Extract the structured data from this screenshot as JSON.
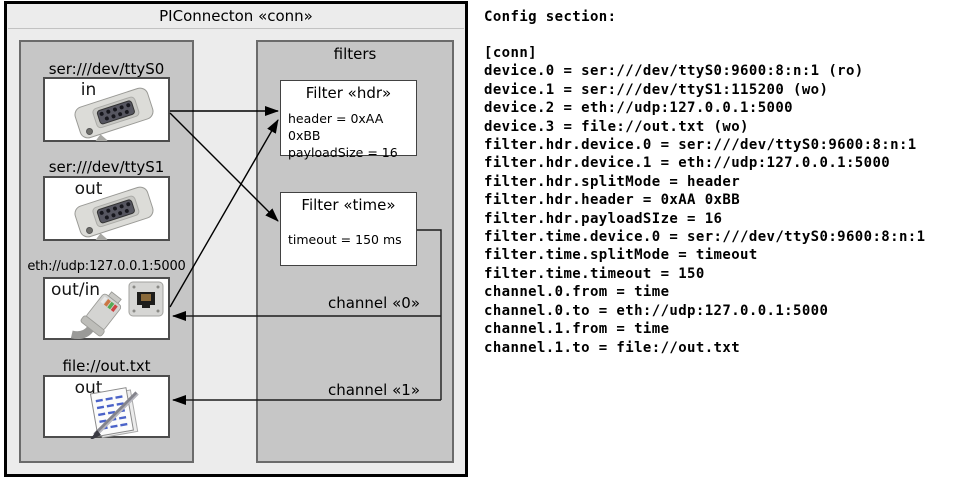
{
  "diagram": {
    "title": "PIConnecton «conn»",
    "filters_title": "filters",
    "devices": [
      {
        "label": "ser:///dev/ttyS0",
        "direction": "in",
        "icon": "serial-connector"
      },
      {
        "label": "ser:///dev/ttyS1",
        "direction": "out",
        "icon": "serial-connector"
      },
      {
        "label": "eth://udp:127.0.0.1:5000",
        "direction": "out/in",
        "icon": "ethernet-connector"
      },
      {
        "label": "file://out.txt",
        "direction": "out",
        "icon": "notepad"
      }
    ],
    "filters": [
      {
        "title": "Filter «hdr»",
        "properties": "header = 0xAA 0xBB\npayloadSize = 16"
      },
      {
        "title": "Filter «time»",
        "properties": "timeout = 150 ms"
      }
    ],
    "channels": [
      {
        "label": "channel «0»"
      },
      {
        "label": "channel «1»"
      }
    ]
  },
  "config": {
    "heading": "Config section:",
    "lines": [
      "[conn]",
      "device.0 = ser:///dev/ttyS0:9600:8:n:1 (ro)",
      "device.1 = ser:///dev/ttyS1:115200 (wo)",
      "device.2 = eth://udp:127.0.0.1:5000",
      "device.3 = file://out.txt (wo)",
      "filter.hdr.device.0 = ser:///dev/ttyS0:9600:8:n:1",
      "filter.hdr.device.1 = eth://udp:127.0.0.1:5000",
      "filter.hdr.splitMode = header",
      "filter.hdr.header = 0xAA 0xBB",
      "filter.hdr.payloadSIze = 16",
      "filter.time.device.0 = ser:///dev/ttyS0:9600:8:n:1",
      "filter.time.splitMode = timeout",
      "filter.time.timeout = 150",
      "channel.0.from = time",
      "channel.0.to = eth://udp:127.0.0.1:5000",
      "channel.1.from = time",
      "channel.1.to = file://out.txt"
    ]
  }
}
